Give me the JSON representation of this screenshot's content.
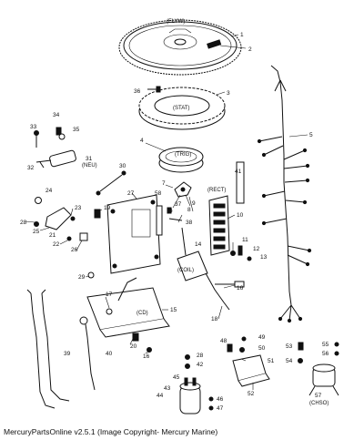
{
  "caption": "MercuryPartsOnline v2.5.1 (Image Copyright- Mercury Marine)",
  "tags": {
    "flyw": "(FLYW)",
    "stat": "(STAT)",
    "trig": "(TRIG)",
    "rect": "(RECT)",
    "neu": "(NEU)",
    "coil": "(COIL)",
    "cd": "(CD)",
    "chso": "(CHSO)"
  },
  "callouts": [
    "1",
    "2",
    "3",
    "4",
    "5",
    "6",
    "7",
    "8",
    "9",
    "10",
    "11",
    "12",
    "13",
    "14",
    "15",
    "16",
    "17",
    "18",
    "19",
    "20",
    "21",
    "22",
    "23",
    "24",
    "25",
    "26",
    "27",
    "28",
    "29",
    "30",
    "31",
    "32",
    "33",
    "34",
    "35",
    "36",
    "37",
    "38",
    "39",
    "40",
    "41",
    "42",
    "43",
    "44",
    "45",
    "46",
    "47",
    "48",
    "49",
    "50",
    "51",
    "52",
    "53",
    "54",
    "55",
    "56",
    "57",
    "58"
  ]
}
